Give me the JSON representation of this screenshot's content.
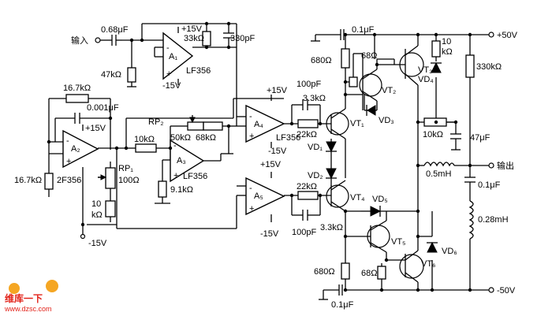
{
  "labels": {
    "input": "输入",
    "output": "输出",
    "pos50": "+50V",
    "neg50": "-50V"
  },
  "ic_labels": {
    "a1": "A₁",
    "a1_part": "LF356",
    "a2": "A₂",
    "a2_part": "2F356",
    "a3": "A₃",
    "a3_part": "LF356",
    "a4": "A₄",
    "a4_part": "LF356",
    "a5": "A₅"
  },
  "supply_labels": {
    "a1_pos": "+15V",
    "a1_neg": "-15V",
    "a2_pos": "+15V",
    "a2_neg": "-15V",
    "a4_pos": "+15V",
    "a4_neg": "-15V",
    "a5_pos": "+15V",
    "a5_neg": "-15V"
  },
  "component_labels": {
    "c_in": "0.68μF",
    "r_in": "47kΩ",
    "r_a1f": "33kΩ",
    "c_a1f": "330pF",
    "r_a2f": "16.7kΩ",
    "c_a2f": "0.001μF",
    "r_a2in": "16.7kΩ",
    "rp1": "RP₁",
    "rp1_val": "100Ω",
    "r_10k_a": "10",
    "r_10k_b": "kΩ",
    "r_a3in": "10kΩ",
    "rp2": "RP₂",
    "rp2_val": "50kΩ",
    "r_a3f": "68kΩ",
    "r_a3g": "9.1kΩ",
    "c_top": "0.1μF",
    "r680_top": "680Ω",
    "r68_top": "68Ω",
    "r10k_top_a": "10",
    "r10k_top_b": "kΩ",
    "r330k": "330kΩ",
    "c100p_top": "100pF",
    "r3k3_top": "3.3kΩ",
    "r22k_top": "22kΩ",
    "c100p_bot": "100pF",
    "r22k_bot": "22kΩ",
    "r3k3_bot": "3.3kΩ",
    "r10k_mid": "10kΩ",
    "c47u": "47μF",
    "l05": "0.5mH",
    "c01_out": "0.1μF",
    "l028": "0.28mH",
    "r680_bot": "680Ω",
    "r68_bot": "68Ω",
    "c_bot": "0.1μF"
  },
  "semiconductors": {
    "vt1": "VT₁",
    "vt2": "VT₂",
    "vt3": "VT₃",
    "vt4": "VT₄",
    "vt5": "VT₅",
    "vt6": "VT₆",
    "vd1": "VD₁",
    "vd2": "VD₂",
    "vd3": "VD₃",
    "vd4": "VD₄",
    "vd5": "VD₅",
    "vd6": "VD₆"
  },
  "watermark": {
    "brand": "维库一下",
    "url": "www.dzsc.com"
  }
}
